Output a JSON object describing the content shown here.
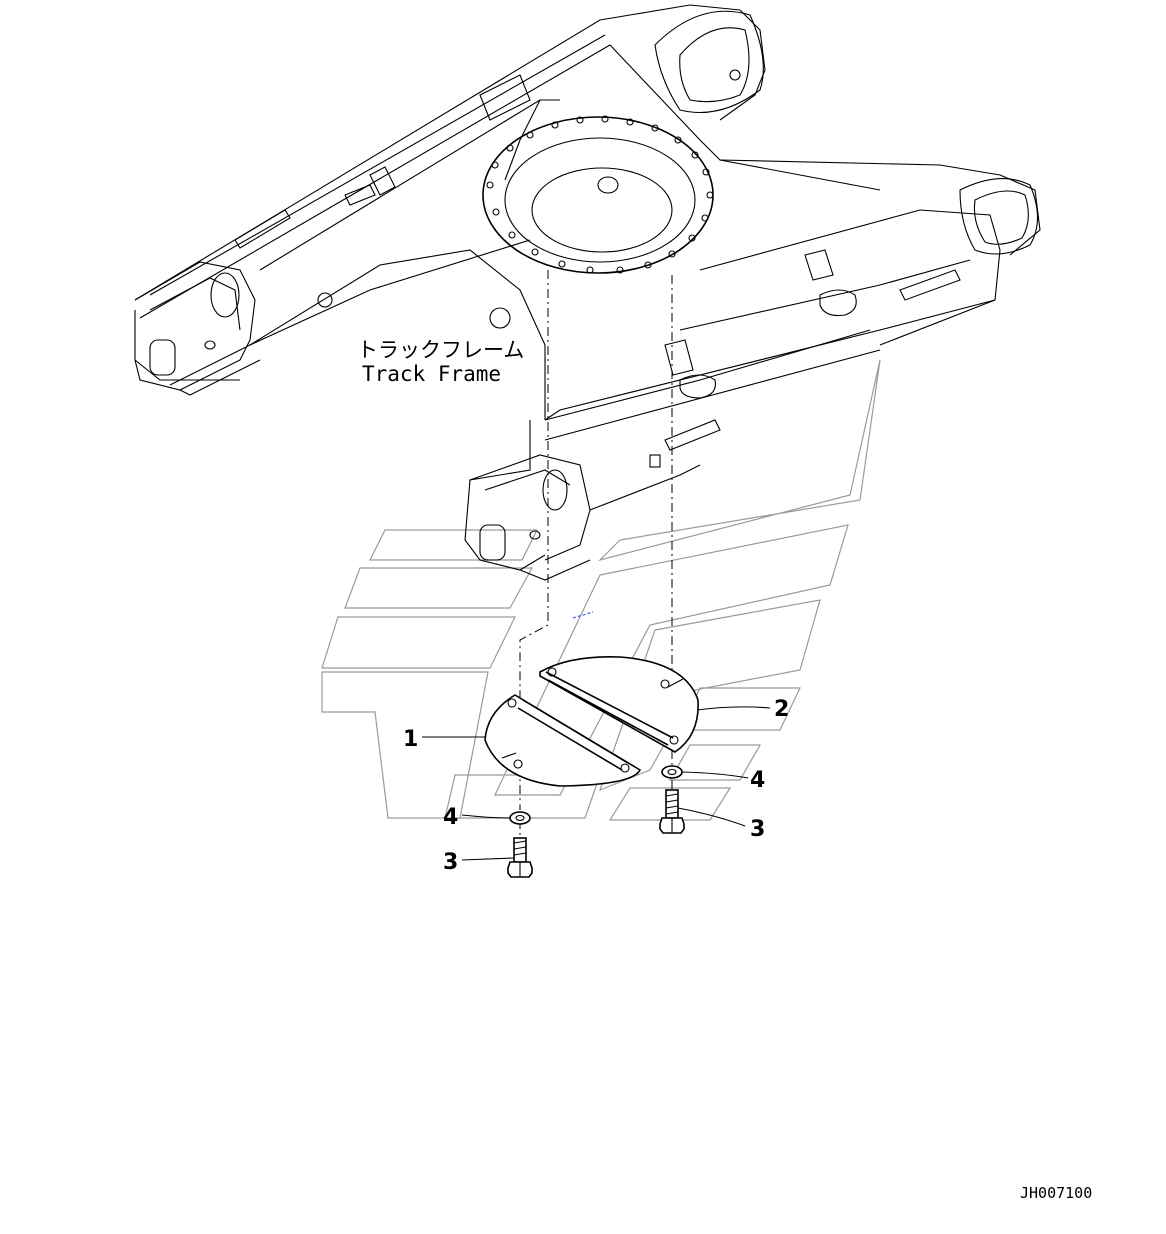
{
  "labels": {
    "frame_ja": "トラックフレーム",
    "frame_en": "Track Frame",
    "drawing_code": "JH007100"
  },
  "callouts": {
    "plate_left": "1",
    "plate_right": "2",
    "bolt_right": "3",
    "bolt_left": "3",
    "washer_right": "4",
    "washer_left": "4"
  }
}
